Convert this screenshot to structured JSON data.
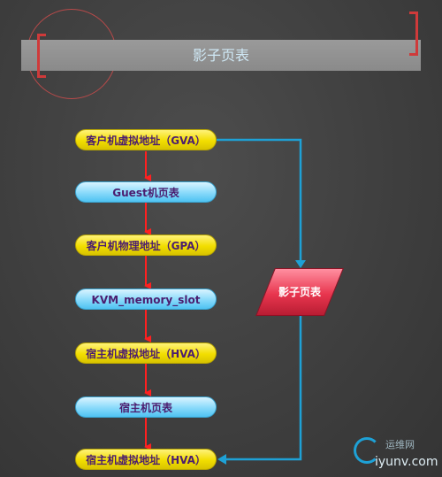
{
  "header": {
    "title": "影子页表"
  },
  "colors": {
    "accent_red": "#cf3a3a",
    "arrow_red": "#ff2020",
    "arrow_blue": "#1ea1d6",
    "node_text": "#4b1d6f"
  },
  "nodes": [
    {
      "label": "客户机虚拟地址（GVA）",
      "style": "yellow"
    },
    {
      "label": "Guest机页表",
      "style": "blue"
    },
    {
      "label": "客户机物理地址（GPA）",
      "style": "yellow"
    },
    {
      "label": "KVM_memory_slot",
      "style": "blue"
    },
    {
      "label": "宿主机虚拟地址（HVA）",
      "style": "yellow"
    },
    {
      "label": "宿主机页表",
      "style": "blue"
    },
    {
      "label": "宿主机虚拟地址（HVA）",
      "style": "yellow"
    }
  ],
  "shadow_node": {
    "label": "影子页表"
  },
  "watermark": {
    "cn": "运维网",
    "site": "iyunv.com"
  }
}
